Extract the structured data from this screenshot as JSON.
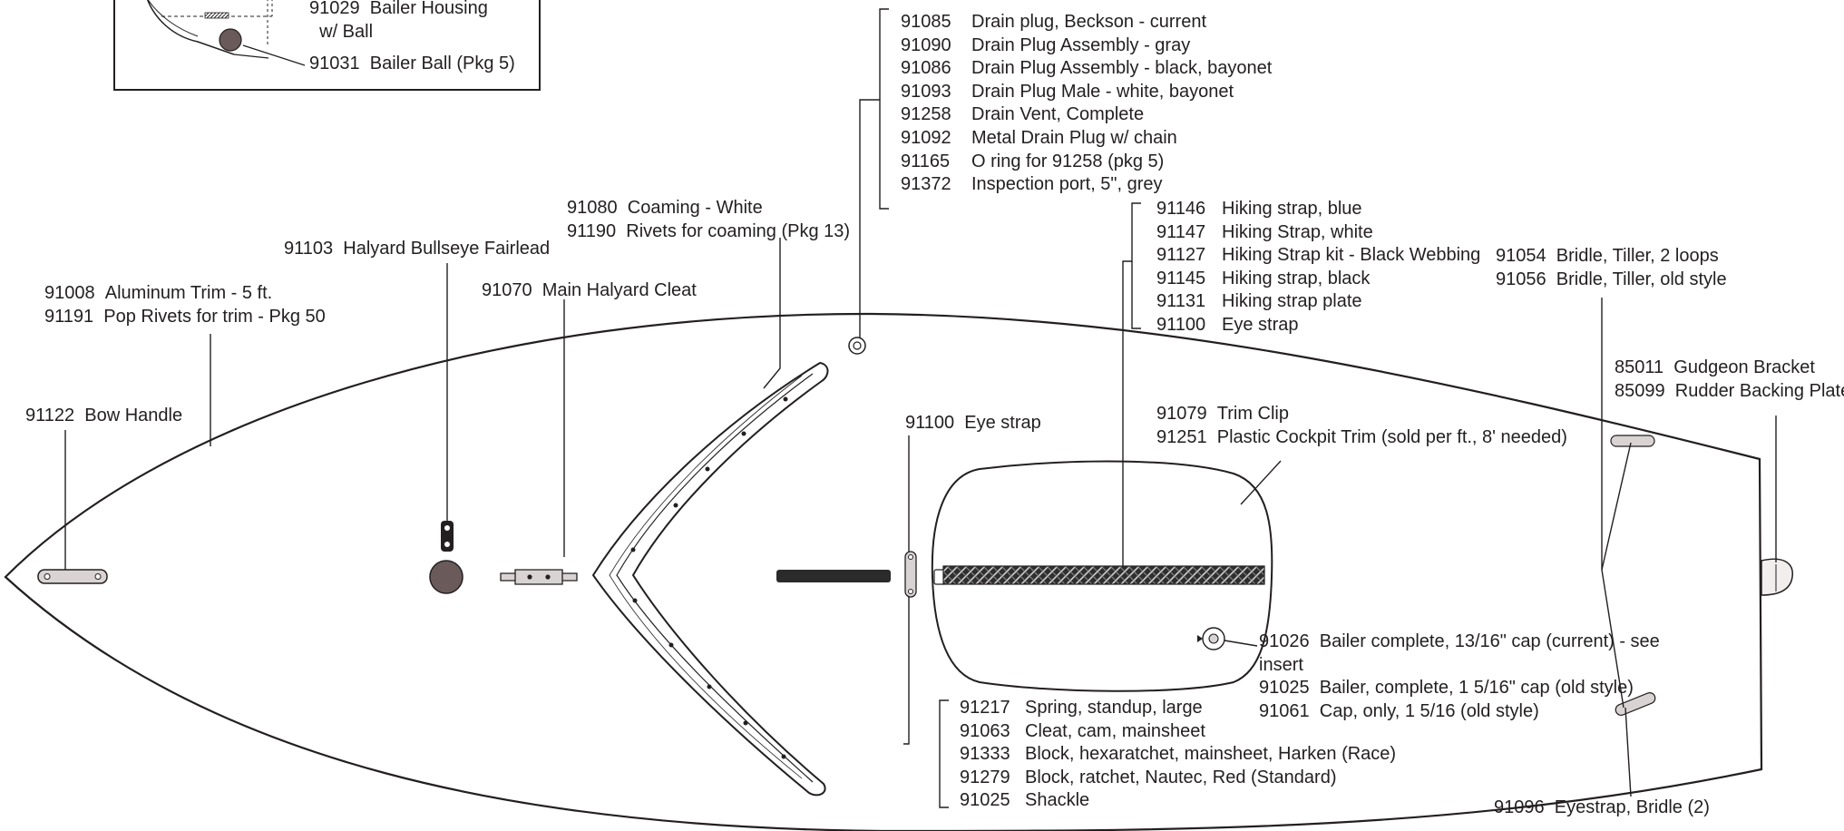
{
  "insert": {
    "items": [
      {
        "code": "91029",
        "text": "Bailer Housing",
        "text2": "w/ Ball"
      },
      {
        "code": "91031",
        "text": "Bailer Ball (Pkg 5)"
      }
    ]
  },
  "drain": {
    "items": [
      {
        "code": "91085",
        "text": "Drain plug, Beckson - current"
      },
      {
        "code": "91090",
        "text": "Drain Plug Assembly - gray"
      },
      {
        "code": "91086",
        "text": "Drain Plug Assembly - black, bayonet"
      },
      {
        "code": "91093",
        "text": "Drain Plug Male - white, bayonet"
      },
      {
        "code": "91258",
        "text": "Drain Vent, Complete"
      },
      {
        "code": "91092",
        "text": "Metal Drain Plug w/ chain"
      },
      {
        "code": "91165",
        "text": "O ring for 91258 (pkg 5)"
      },
      {
        "code": "91372",
        "text": "Inspection port, 5\", grey"
      }
    ]
  },
  "hiking": {
    "items": [
      {
        "code": "91146",
        "text": "Hiking strap, blue"
      },
      {
        "code": "91147",
        "text": "Hiking Strap, white"
      },
      {
        "code": "91127",
        "text": "Hiking Strap kit - Black Webbing"
      },
      {
        "code": "91145",
        "text": "Hiking strap, black"
      },
      {
        "code": "91131",
        "text": "Hiking strap plate"
      },
      {
        "code": "91100",
        "text": "Eye strap"
      }
    ]
  },
  "coaming": {
    "items": [
      {
        "code": "91080",
        "text": "Coaming - White"
      },
      {
        "code": "91190",
        "text": "Rivets for coaming (Pkg 13)"
      }
    ]
  },
  "fairlead": {
    "code": "91103",
    "text": "Halyard Bullseye Fairlead"
  },
  "halyard_cleat": {
    "code": "91070",
    "text": "Main Halyard Cleat"
  },
  "trim": {
    "items": [
      {
        "code": "91008",
        "text": "Aluminum Trim - 5 ft."
      },
      {
        "code": "91191",
        "text": "Pop Rivets for trim - Pkg 50"
      }
    ]
  },
  "bow_handle": {
    "code": "91122",
    "text": "Bow Handle"
  },
  "bridle": {
    "items": [
      {
        "code": "91054",
        "text": "Bridle, Tiller, 2 loops"
      },
      {
        "code": "91056",
        "text": "Bridle, Tiller, old style"
      }
    ]
  },
  "gudgeon": {
    "items": [
      {
        "code": "85011",
        "text": "Gudgeon Bracket"
      },
      {
        "code": "85099",
        "text": "Rudder Backing Plate"
      }
    ]
  },
  "eye_strap": {
    "code": "91100",
    "text": "Eye strap"
  },
  "cockpit_trim": {
    "items": [
      {
        "code": "91079",
        "text": "Trim Clip"
      },
      {
        "code": "91251",
        "text": "Plastic Cockpit Trim (sold per ft., 8' needed)"
      }
    ]
  },
  "bailer": {
    "items": [
      {
        "code": "91026",
        "text": "Bailer complete, 13/16\" cap (current) - see",
        "text2": "insert"
      },
      {
        "code": "91025",
        "text": "Bailer, complete, 1 5/16\" cap (old style)"
      },
      {
        "code": "91061",
        "text": "Cap, only, 1 5/16 (old style)"
      }
    ]
  },
  "mainsheet": {
    "items": [
      {
        "code": "91217",
        "text": "Spring, standup, large"
      },
      {
        "code": "91063",
        "text": "Cleat, cam, mainsheet"
      },
      {
        "code": "91333",
        "text": "Block, hexaratchet, mainsheet, Harken (Race)"
      },
      {
        "code": "91279",
        "text": "Block, ratchet, Nautec, Red (Standard)"
      },
      {
        "code": "91025",
        "text": "Shackle"
      }
    ]
  },
  "eyestrap_bridle": {
    "code": "91096",
    "text": "Eyestrap, Bridle (2)"
  },
  "colors": {
    "ink": "#231f20",
    "hardware_fill": "#d9d3d3",
    "plug_fill": "#6b5a5a",
    "hiking_strap": "#3a3a3a",
    "block_bar": "#2b2b2b"
  }
}
